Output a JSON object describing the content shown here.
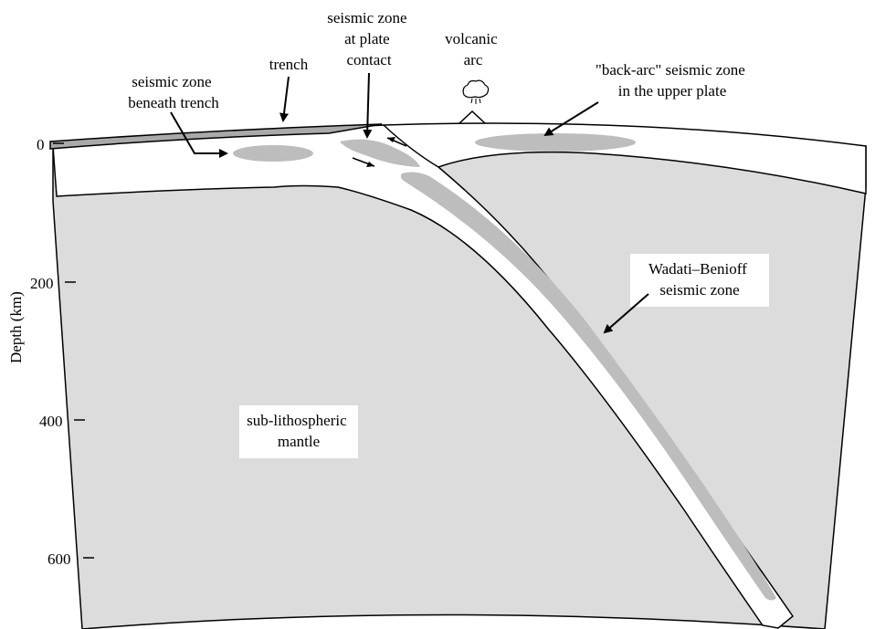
{
  "labels": {
    "seismic_beneath_trench": [
      "seismic zone",
      "beneath trench"
    ],
    "trench": [
      "trench"
    ],
    "seismic_plate_contact": [
      "seismic zone",
      "at plate",
      "contact"
    ],
    "volcanic_arc": [
      "volcanic",
      "arc"
    ],
    "back_arc": [
      "\"back-arc\" seismic zone",
      "in the upper plate"
    ],
    "wadati_benioff": [
      "Wadati–Benioff",
      "seismic zone"
    ],
    "sub_lithospheric": [
      "sub-lithospheric",
      "mantle"
    ]
  },
  "depth_axis": {
    "title": "Depth (km)",
    "ticks": [
      "0",
      "200",
      "400",
      "600"
    ]
  },
  "colors": {
    "mantle": "#dcdcdc",
    "seismic": "#bdbdbd",
    "sediment": "#a9a9a9",
    "lithosphere": "#ffffff",
    "outline": "#000000"
  }
}
